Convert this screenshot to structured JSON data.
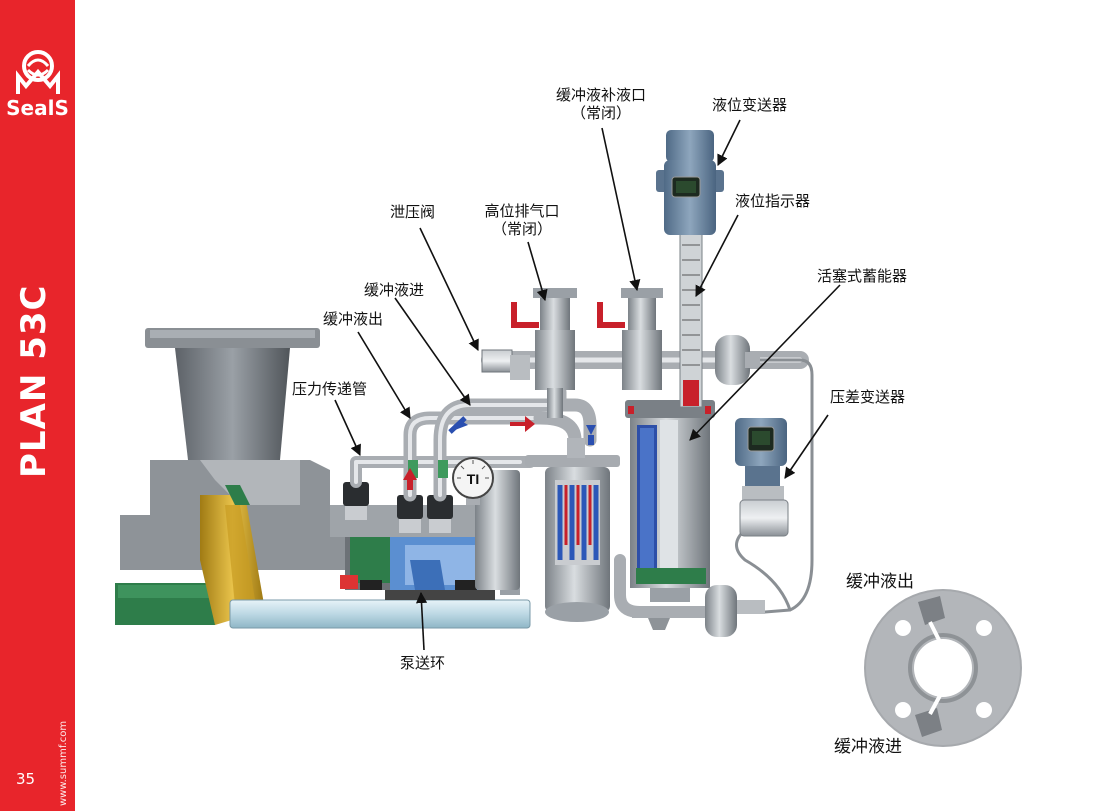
{
  "sidebar": {
    "brand": "SealS",
    "plan_title": "PLAN 53C",
    "website": "www.summf.com",
    "page_number": "35",
    "color": "#e8252b"
  },
  "labels": {
    "buffer_makeup_port": "缓冲液补液口",
    "buffer_makeup_port_note": "（常闭）",
    "level_transmitter": "液位变送器",
    "level_indicator": "液位指示器",
    "relief_valve": "泄压阀",
    "high_vent": "高位排气口",
    "high_vent_note": "（常闭）",
    "buffer_in": "缓冲液进",
    "buffer_out": "缓冲液出",
    "pressure_tube": "压力传递管",
    "piston_accumulator": "活塞式蓄能器",
    "dp_transmitter": "压差变送器",
    "pumping_ring": "泵送环",
    "gland_buffer_out": "缓冲液出",
    "gland_buffer_in": "缓冲液进",
    "temp_gauge": "TI"
  },
  "icons": [
    "seals-logo-icon",
    "temperature-gauge-icon",
    "valve-handle-icon",
    "flow-arrow-icon"
  ]
}
